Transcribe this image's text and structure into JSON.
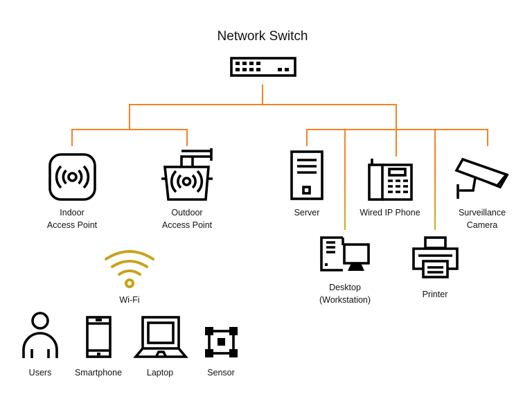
{
  "title": "Network Switch",
  "colors": {
    "link": "#f58220",
    "link_fade": "#c3b41e",
    "wifi": "#c9a21a",
    "icon": "#000000"
  },
  "nodes": {
    "switch": {
      "icon": "network-switch-icon"
    },
    "indoor_ap": {
      "line1": "Indoor",
      "line2": "Access Point",
      "icon": "indoor-access-point-icon"
    },
    "outdoor_ap": {
      "line1": "Outdoor",
      "line2": "Access Point",
      "icon": "outdoor-access-point-icon"
    },
    "server": {
      "line1": "Server",
      "icon": "server-icon"
    },
    "wired_phone": {
      "line1": "Wired IP Phone",
      "icon": "ip-phone-icon"
    },
    "camera": {
      "line1": "Surveillance",
      "line2": "Camera",
      "icon": "surveillance-camera-icon"
    },
    "desktop": {
      "line1": "Desktop",
      "line2": "(Workstation)",
      "icon": "desktop-icon"
    },
    "printer": {
      "line1": "Printer",
      "icon": "printer-icon"
    },
    "wifi": {
      "line1": "Wi-Fi",
      "icon": "wifi-icon"
    },
    "users": {
      "line1": "Users",
      "icon": "user-icon"
    },
    "smartphone": {
      "line1": "Smartphone",
      "icon": "smartphone-icon"
    },
    "laptop": {
      "line1": "Laptop",
      "icon": "laptop-icon"
    },
    "sensor": {
      "line1": "Sensor",
      "icon": "sensor-icon"
    }
  },
  "connections": [
    {
      "from": "switch",
      "to": "indoor_ap"
    },
    {
      "from": "switch",
      "to": "outdoor_ap"
    },
    {
      "from": "switch",
      "to": "server"
    },
    {
      "from": "switch",
      "to": "desktop"
    },
    {
      "from": "switch",
      "to": "wired_phone"
    },
    {
      "from": "switch",
      "to": "printer"
    },
    {
      "from": "switch",
      "to": "camera"
    }
  ]
}
